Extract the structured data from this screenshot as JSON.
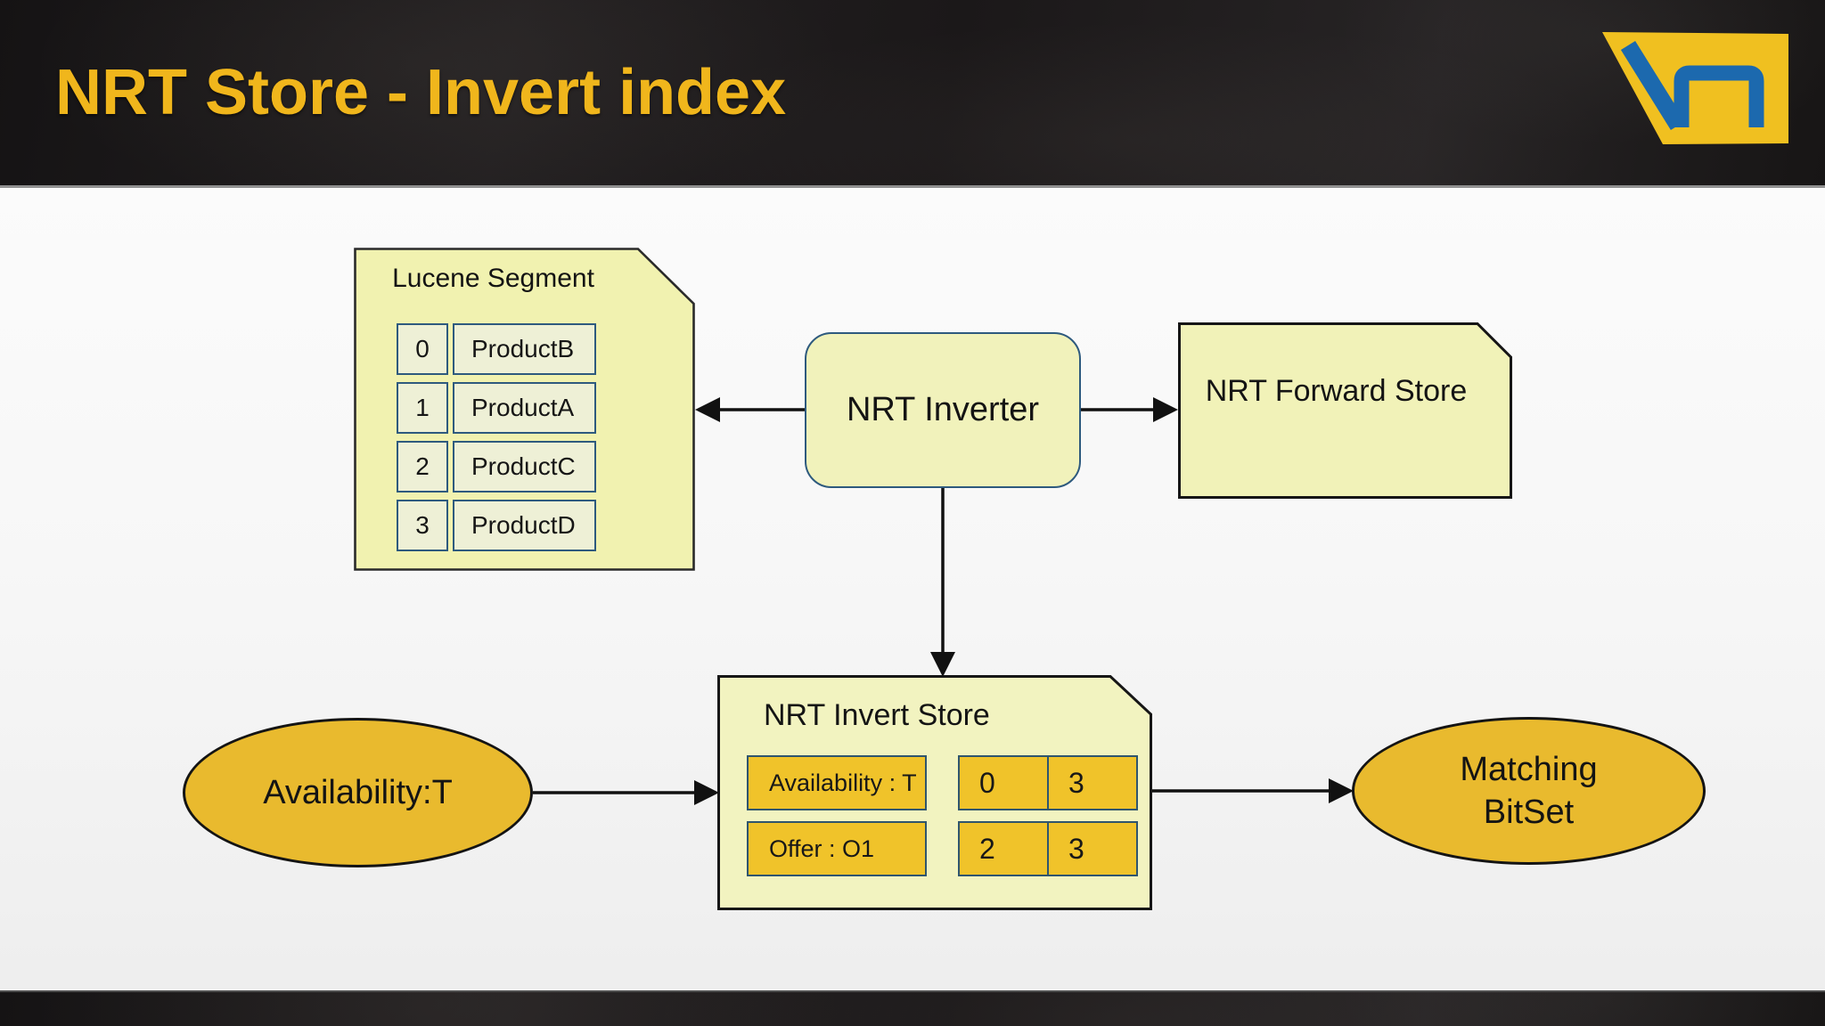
{
  "header": {
    "title": "NRT Store - Invert index"
  },
  "diagram": {
    "lucene_segment": {
      "title": "Lucene Segment",
      "rows": [
        {
          "id": "0",
          "value": "ProductB"
        },
        {
          "id": "1",
          "value": "ProductA"
        },
        {
          "id": "2",
          "value": "ProductC"
        },
        {
          "id": "3",
          "value": "ProductD"
        }
      ]
    },
    "nrt_inverter": {
      "label": "NRT Inverter"
    },
    "nrt_forward_store": {
      "label": "NRT Forward Store"
    },
    "nrt_invert_store": {
      "title": "NRT Invert Store",
      "entries": [
        {
          "term": "Availability : T",
          "postings": [
            "0",
            "3"
          ]
        },
        {
          "term": "Offer : O1",
          "postings": [
            "2",
            "3"
          ]
        }
      ]
    },
    "query": {
      "label": "Availability:T"
    },
    "result": {
      "line1": "Matching",
      "line2": "BitSet"
    },
    "edges": [
      {
        "from": "nrt-inverter",
        "to": "lucene-segment"
      },
      {
        "from": "nrt-inverter",
        "to": "nrt-forward-store"
      },
      {
        "from": "nrt-inverter",
        "to": "nrt-invert-store"
      },
      {
        "from": "query-ellipse",
        "to": "nrt-invert-store"
      },
      {
        "from": "nrt-invert-store",
        "to": "result-ellipse"
      }
    ]
  },
  "colors": {
    "accent_gold": "#f0b61c",
    "node_fill": "#f1f2bb",
    "cell_cream": "#eef0d6",
    "gold": "#f0c32a",
    "ellipse_gold": "#e9ba2e",
    "border_blue": "#2e5a7e",
    "border_slate": "#2f556e",
    "arrow": "#111111",
    "logo_yellow": "#f0c020",
    "logo_blue": "#1c69ae"
  }
}
